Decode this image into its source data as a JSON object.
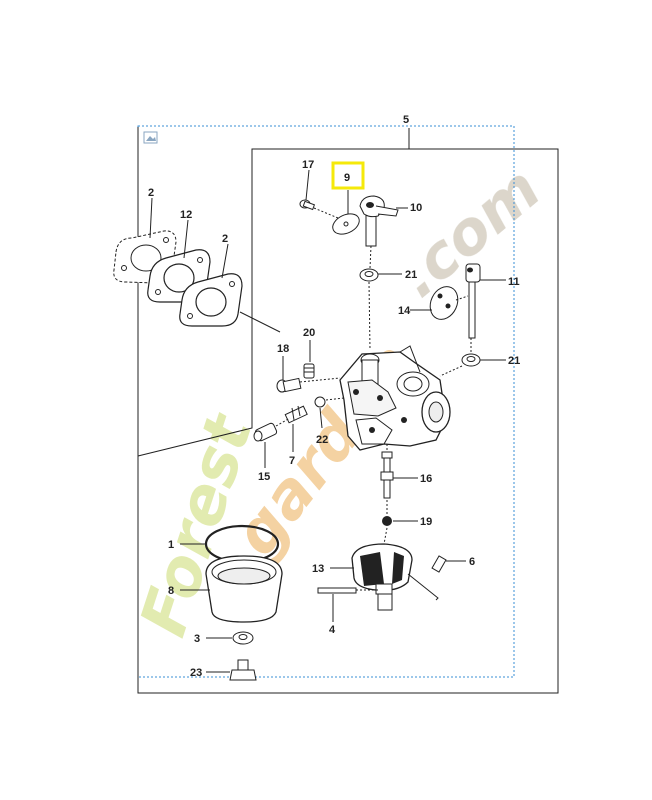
{
  "diagram": {
    "assembly_label": "5",
    "highlighted_part": "9",
    "highlight_color": "#f5e90a",
    "frame_color": "#3a8fd6",
    "watermark": {
      "text_a": "Forest",
      "text_b": "garden",
      "text_c": ".com",
      "color_a": "#dfe9a8",
      "color_b": "#f3cd98",
      "color_c": "#d8d2c6"
    },
    "image_icon": "image-placeholder-icon",
    "callouts": {
      "p1": "1",
      "p2a": "2",
      "p2b": "2",
      "p3": "3",
      "p4": "4",
      "p6": "6",
      "p7": "7",
      "p8": "8",
      "p9": "9",
      "p10": "10",
      "p11": "11",
      "p12": "12",
      "p13": "13",
      "p14": "14",
      "p15": "15",
      "p16": "16",
      "p17": "17",
      "p18": "18",
      "p19": "19",
      "p20": "20",
      "p21a": "21",
      "p21b": "21",
      "p22": "22",
      "p23": "23"
    }
  }
}
